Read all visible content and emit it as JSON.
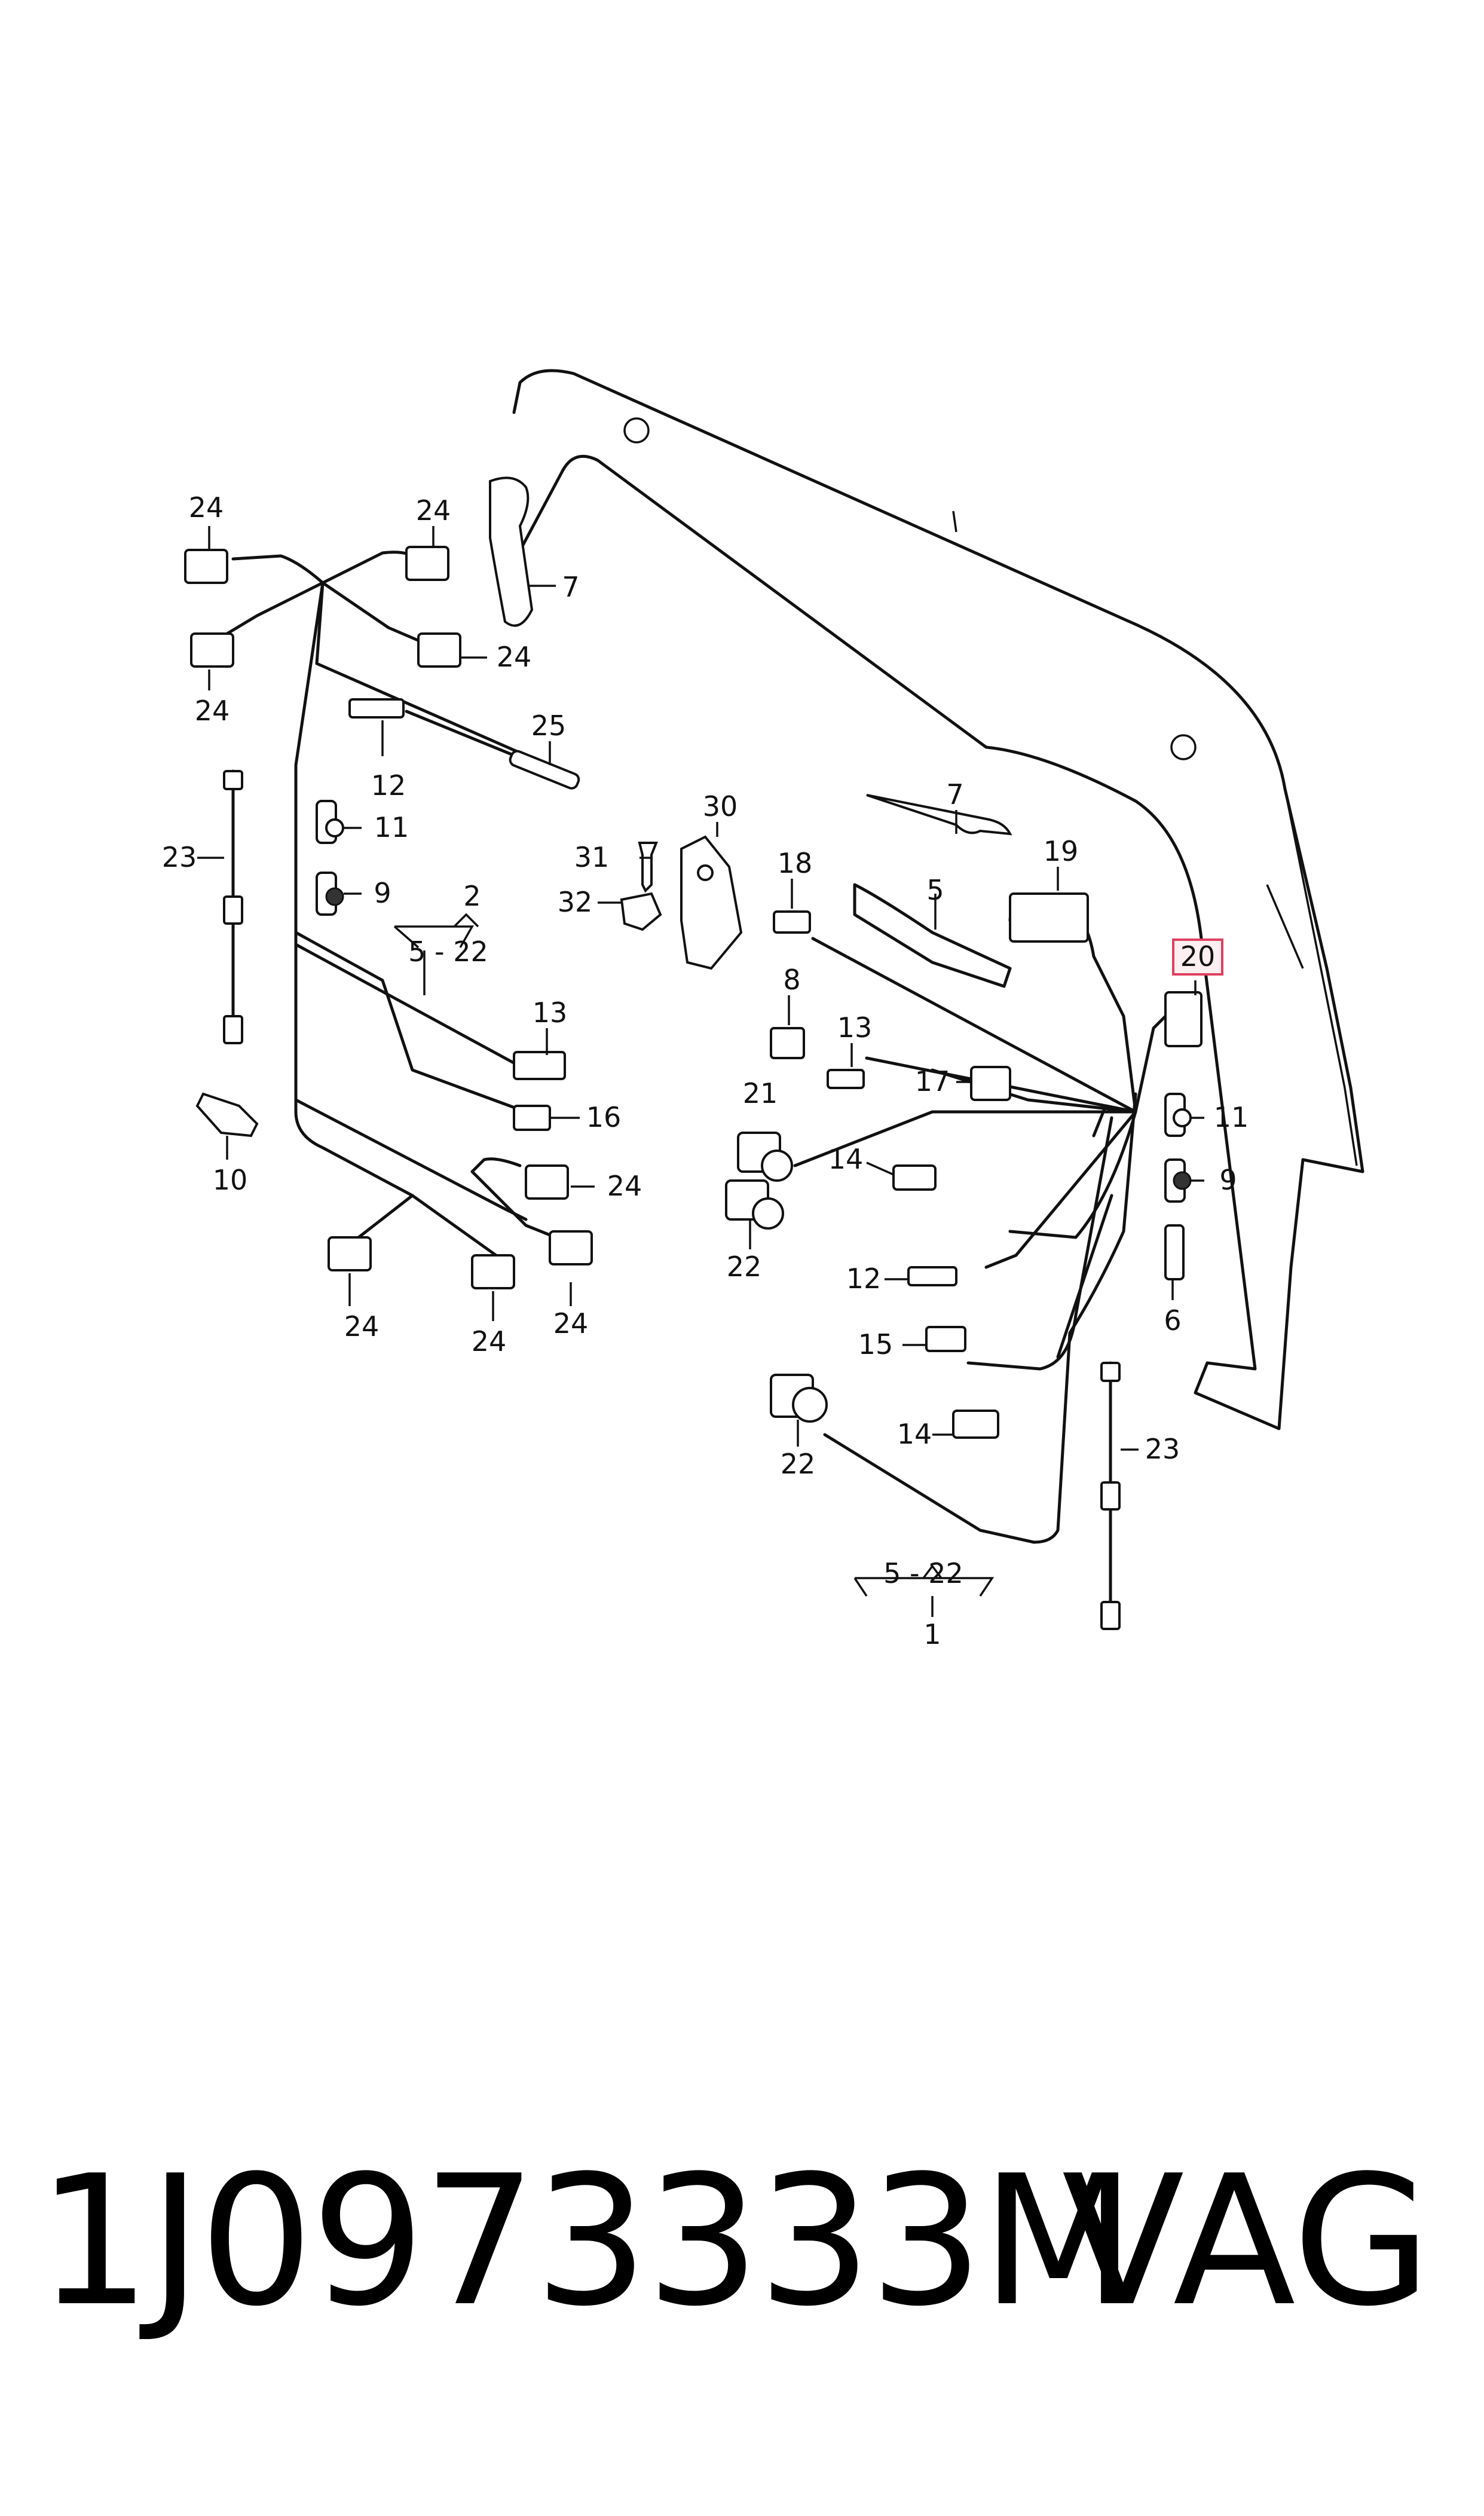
{
  "labels": {
    "c1": "1",
    "c2": "2",
    "c5a": "5",
    "c5b": "5 - 22",
    "c5c": "5 - 22",
    "c6": "6",
    "c7a": "7",
    "c7b": "7",
    "c8": "8",
    "c9a": "9",
    "c9b": "9",
    "c10": "10",
    "c11a": "11",
    "c11b": "11",
    "c12a": "12",
    "c12b": "12",
    "c13a": "13",
    "c13b": "13",
    "c14a": "14",
    "c14b": "14",
    "c15": "15",
    "c16": "16",
    "c17": "17",
    "c18": "18",
    "c19": "19",
    "c20": "20",
    "c21": "21",
    "c22a": "22",
    "c22b": "22",
    "c23a": "23",
    "c23b": "23",
    "c24a": "24",
    "c24b": "24",
    "c24c": "24",
    "c24d": "24",
    "c24e": "24",
    "c24f": "24",
    "c24g": "24",
    "c24h": "24",
    "c25": "25",
    "c30": "30",
    "c31": "31",
    "c32": "32"
  },
  "footer": {
    "part_number": "1J0973333M",
    "brand": "VAG"
  },
  "highlight_color": "#e04060"
}
